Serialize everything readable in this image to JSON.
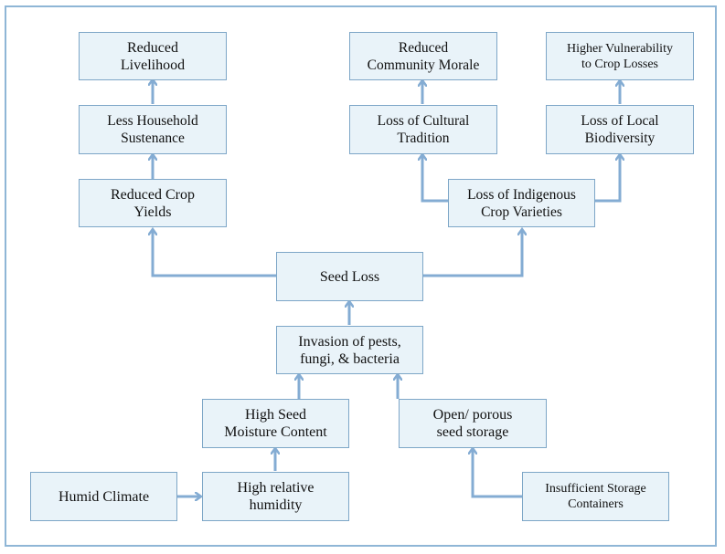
{
  "colors": {
    "box_fill": "#e9f3f9",
    "box_border": "#7da6c7",
    "arrow": "#84acd3",
    "frame": "#8fb6d6"
  },
  "nodes": {
    "reduced_livelihood": [
      "Reduced",
      "Livelihood"
    ],
    "less_household_sustenance": [
      "Less Household",
      "Sustenance"
    ],
    "reduced_crop_yields": [
      "Reduced Crop",
      "Yields"
    ],
    "reduced_community_morale": [
      "Reduced",
      "Community Morale"
    ],
    "loss_cultural_tradition": [
      "Loss of Cultural",
      "Tradition"
    ],
    "higher_vulnerability": [
      "Higher Vulnerability",
      "to Crop Losses"
    ],
    "loss_local_biodiversity": [
      "Loss of Local",
      "Biodiversity"
    ],
    "loss_indigenous_varieties": [
      "Loss of Indigenous",
      "Crop Varieties"
    ],
    "seed_loss": [
      "Seed Loss"
    ],
    "invasion_pests": [
      "Invasion of pests,",
      "fungi, & bacteria"
    ],
    "high_seed_moisture": [
      "High Seed",
      "Moisture Content"
    ],
    "open_porous_storage": [
      "Open/ porous",
      "seed storage"
    ],
    "humid_climate": [
      "Humid Climate"
    ],
    "high_relative_humidity": [
      "High relative",
      "humidity"
    ],
    "insufficient_storage": [
      "Insufficient Storage",
      "Containers"
    ]
  }
}
